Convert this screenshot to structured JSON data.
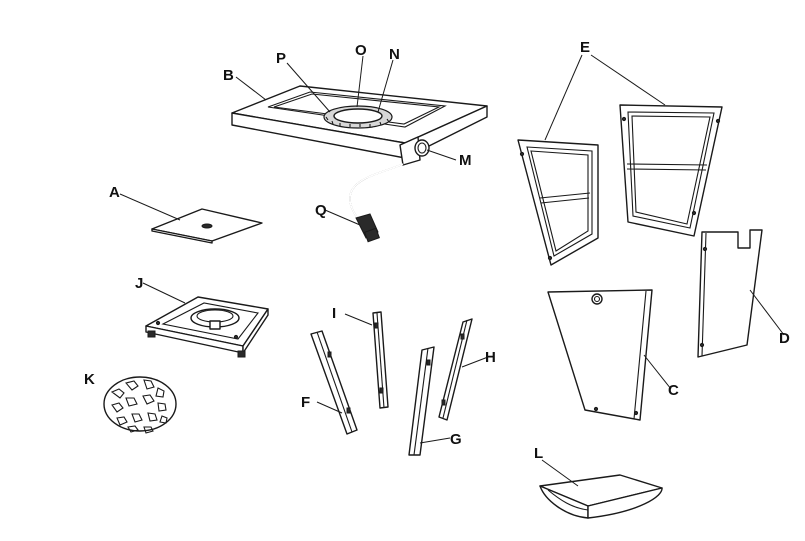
{
  "parts": {
    "A": "A",
    "B": "B",
    "C": "C",
    "D": "D",
    "E": "E",
    "F": "F",
    "G": "G",
    "H": "H",
    "I": "I",
    "J": "J",
    "K": "K",
    "L": "L",
    "M": "M",
    "N": "N",
    "O": "O",
    "P": "P",
    "Q": "Q"
  }
}
